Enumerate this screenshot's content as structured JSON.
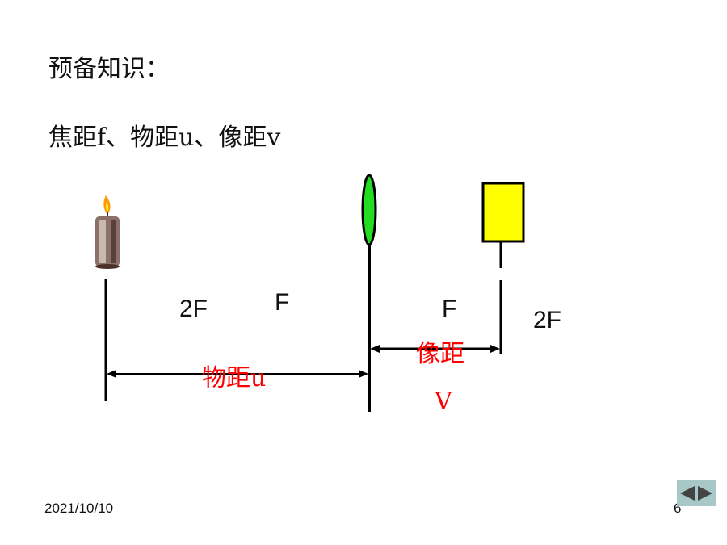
{
  "heading": "预备知识：",
  "subtitle": "焦距f、物距u、像距v",
  "labels": {
    "object_2f": "2F",
    "object_f": "F",
    "image_f": "F",
    "image_2f": "2F",
    "object_distance": "物距u",
    "image_distance": "像距",
    "image_distance_v": "V"
  },
  "footer": {
    "date": "2021/10/10",
    "page": "6"
  },
  "colors": {
    "lens": "#22dd22",
    "image_screen": "#ffff00",
    "distance_label": "#ff0000",
    "nav_bar": "#a8c8c8"
  },
  "icons": {
    "object": "candle-icon",
    "lens": "convex-lens-icon",
    "image": "screen-icon",
    "nav_prev": "triangle-left-icon",
    "nav_next": "triangle-right-icon"
  }
}
